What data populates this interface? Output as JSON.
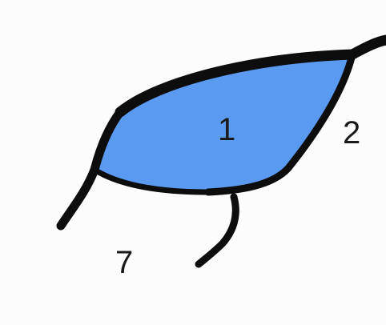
{
  "colors": {
    "fill": "#5a9af0",
    "outline": "#0d0d0d",
    "background": "#fcfcfc",
    "text": "#1a1a1a"
  },
  "labels": {
    "region_inner": "1",
    "region_right": "2",
    "region_bottom": "7"
  }
}
